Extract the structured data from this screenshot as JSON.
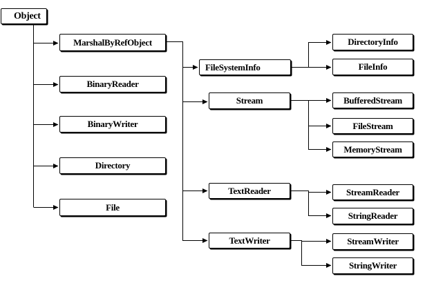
{
  "diagram": {
    "nodes": {
      "object": "Object",
      "marshal_by_ref_object": "MarshalByRefObject",
      "binary_reader": "BinaryReader",
      "binary_writer": "BinaryWriter",
      "directory": "Directory",
      "file": "File",
      "file_system_info": "FileSystemInfo",
      "stream": "Stream",
      "text_reader": "TextReader",
      "text_writer": "TextWriter",
      "directory_info": "DirectoryInfo",
      "file_info": "FileInfo",
      "buffered_stream": "BufferedStream",
      "file_stream": "FileStream",
      "memory_stream": "MemoryStream",
      "stream_reader": "StreamReader",
      "string_reader": "StringReader",
      "stream_writer": "StreamWriter",
      "string_writer": "StringWriter"
    },
    "edges": [
      [
        "object",
        "marshal_by_ref_object"
      ],
      [
        "object",
        "binary_reader"
      ],
      [
        "object",
        "binary_writer"
      ],
      [
        "object",
        "directory"
      ],
      [
        "object",
        "file"
      ],
      [
        "marshal_by_ref_object",
        "file_system_info"
      ],
      [
        "marshal_by_ref_object",
        "stream"
      ],
      [
        "marshal_by_ref_object",
        "text_reader"
      ],
      [
        "marshal_by_ref_object",
        "text_writer"
      ],
      [
        "file_system_info",
        "directory_info"
      ],
      [
        "file_system_info",
        "file_info"
      ],
      [
        "stream",
        "buffered_stream"
      ],
      [
        "stream",
        "file_stream"
      ],
      [
        "stream",
        "memory_stream"
      ],
      [
        "text_reader",
        "stream_reader"
      ],
      [
        "text_reader",
        "string_reader"
      ],
      [
        "text_writer",
        "stream_writer"
      ],
      [
        "text_writer",
        "string_writer"
      ]
    ]
  }
}
